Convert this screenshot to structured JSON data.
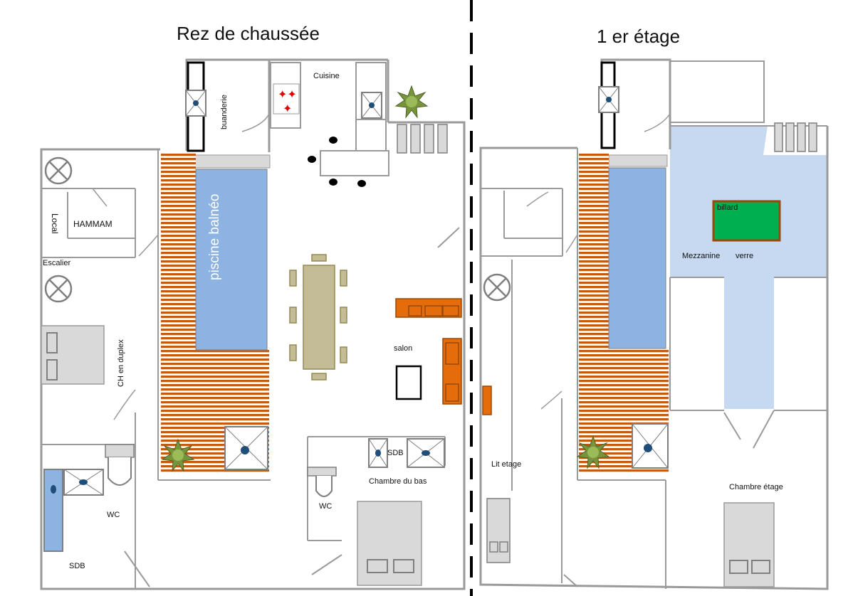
{
  "titles": {
    "ground_floor": "Rez de chaussée",
    "first_floor": "1 er  étage"
  },
  "ground": {
    "cuisine": "Cuisine",
    "buanderie": "buanderie",
    "piscine": "piscine balnéo",
    "hammam": "HAMMAM",
    "local": "Local",
    "escalier": "Escalier",
    "ch_duplex": "CH en duplex",
    "salon": "salon",
    "sdb_right": "SDB",
    "chambre_bas": "Chambre du bas",
    "wc_left": "WC",
    "wc_right": "WC",
    "sdb_left": "SDB"
  },
  "first": {
    "billard": "billard",
    "mezzanine": "Mezzanine",
    "verre": "verre",
    "lit_etage": "Lit etage",
    "chambre_etage": "Chambre étage"
  },
  "colors": {
    "wall": "#9a9a9a",
    "pool": "#8db3e2",
    "deck": "#c55a11",
    "table": "#c4bc96",
    "sofa": "#e46c0a",
    "bed": "#d9d9d9",
    "plant": "#77933c",
    "mezzanine": "#c6d9f1",
    "billiard": "#00b050"
  }
}
